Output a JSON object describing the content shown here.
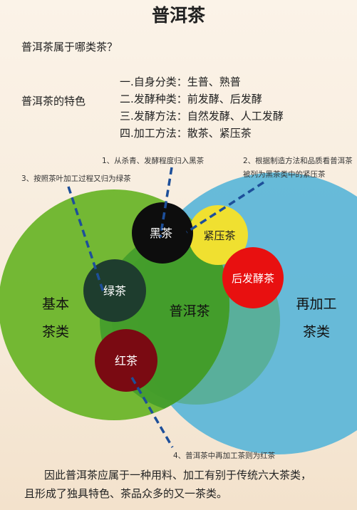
{
  "title": "普洱茶",
  "question": "普洱茶属于哪类茶？",
  "features": {
    "label": "普洱茶的特色",
    "lines": [
      "一.自身分类：生普、熟普",
      "二.发酵种类：前发酵、后发酵",
      "三.发酵方法：自然发酵、人工发酵",
      "四.加工方法：散茶、紧压茶"
    ]
  },
  "notes": {
    "note1": "1、从杀青、发酵程度归入黑茶",
    "note2_line1": "2、根据制造方法和品质看普洱茶",
    "note2_line2": "被列为黑茶类中的紧压茶",
    "note3": "3、按照茶叶加工过程又归为绿茶",
    "note4": "4、普洱茶中再加工茶则为红茶"
  },
  "diagram": {
    "left_circle": {
      "line1": "基本",
      "line2": "茶类",
      "color": "#6bb52a"
    },
    "right_circle": {
      "line1": "再加工",
      "line2": "茶类",
      "color": "#5fb7d8"
    },
    "center_circle": {
      "label": "普洱茶",
      "color": "#3f9a2c"
    },
    "black_tea": {
      "label": "黑茶",
      "color": "#0d0d0d"
    },
    "compressed_tea": {
      "label": "紧压茶",
      "color": "#f0e030"
    },
    "post_fermented": {
      "label": "后发酵茶",
      "color": "#e81010"
    },
    "green_tea": {
      "label": "绿茶",
      "color": "#1e3d2e"
    },
    "red_tea": {
      "label": "红茶",
      "color": "#7a0a12"
    },
    "dash_color": "#1d4f9a"
  },
  "conclusion": {
    "line1": "因此普洱茶应属于一种用料、加工有别于传统六大茶类，",
    "line2": "且形成了独具特色、茶品众多的又一茶类。"
  }
}
